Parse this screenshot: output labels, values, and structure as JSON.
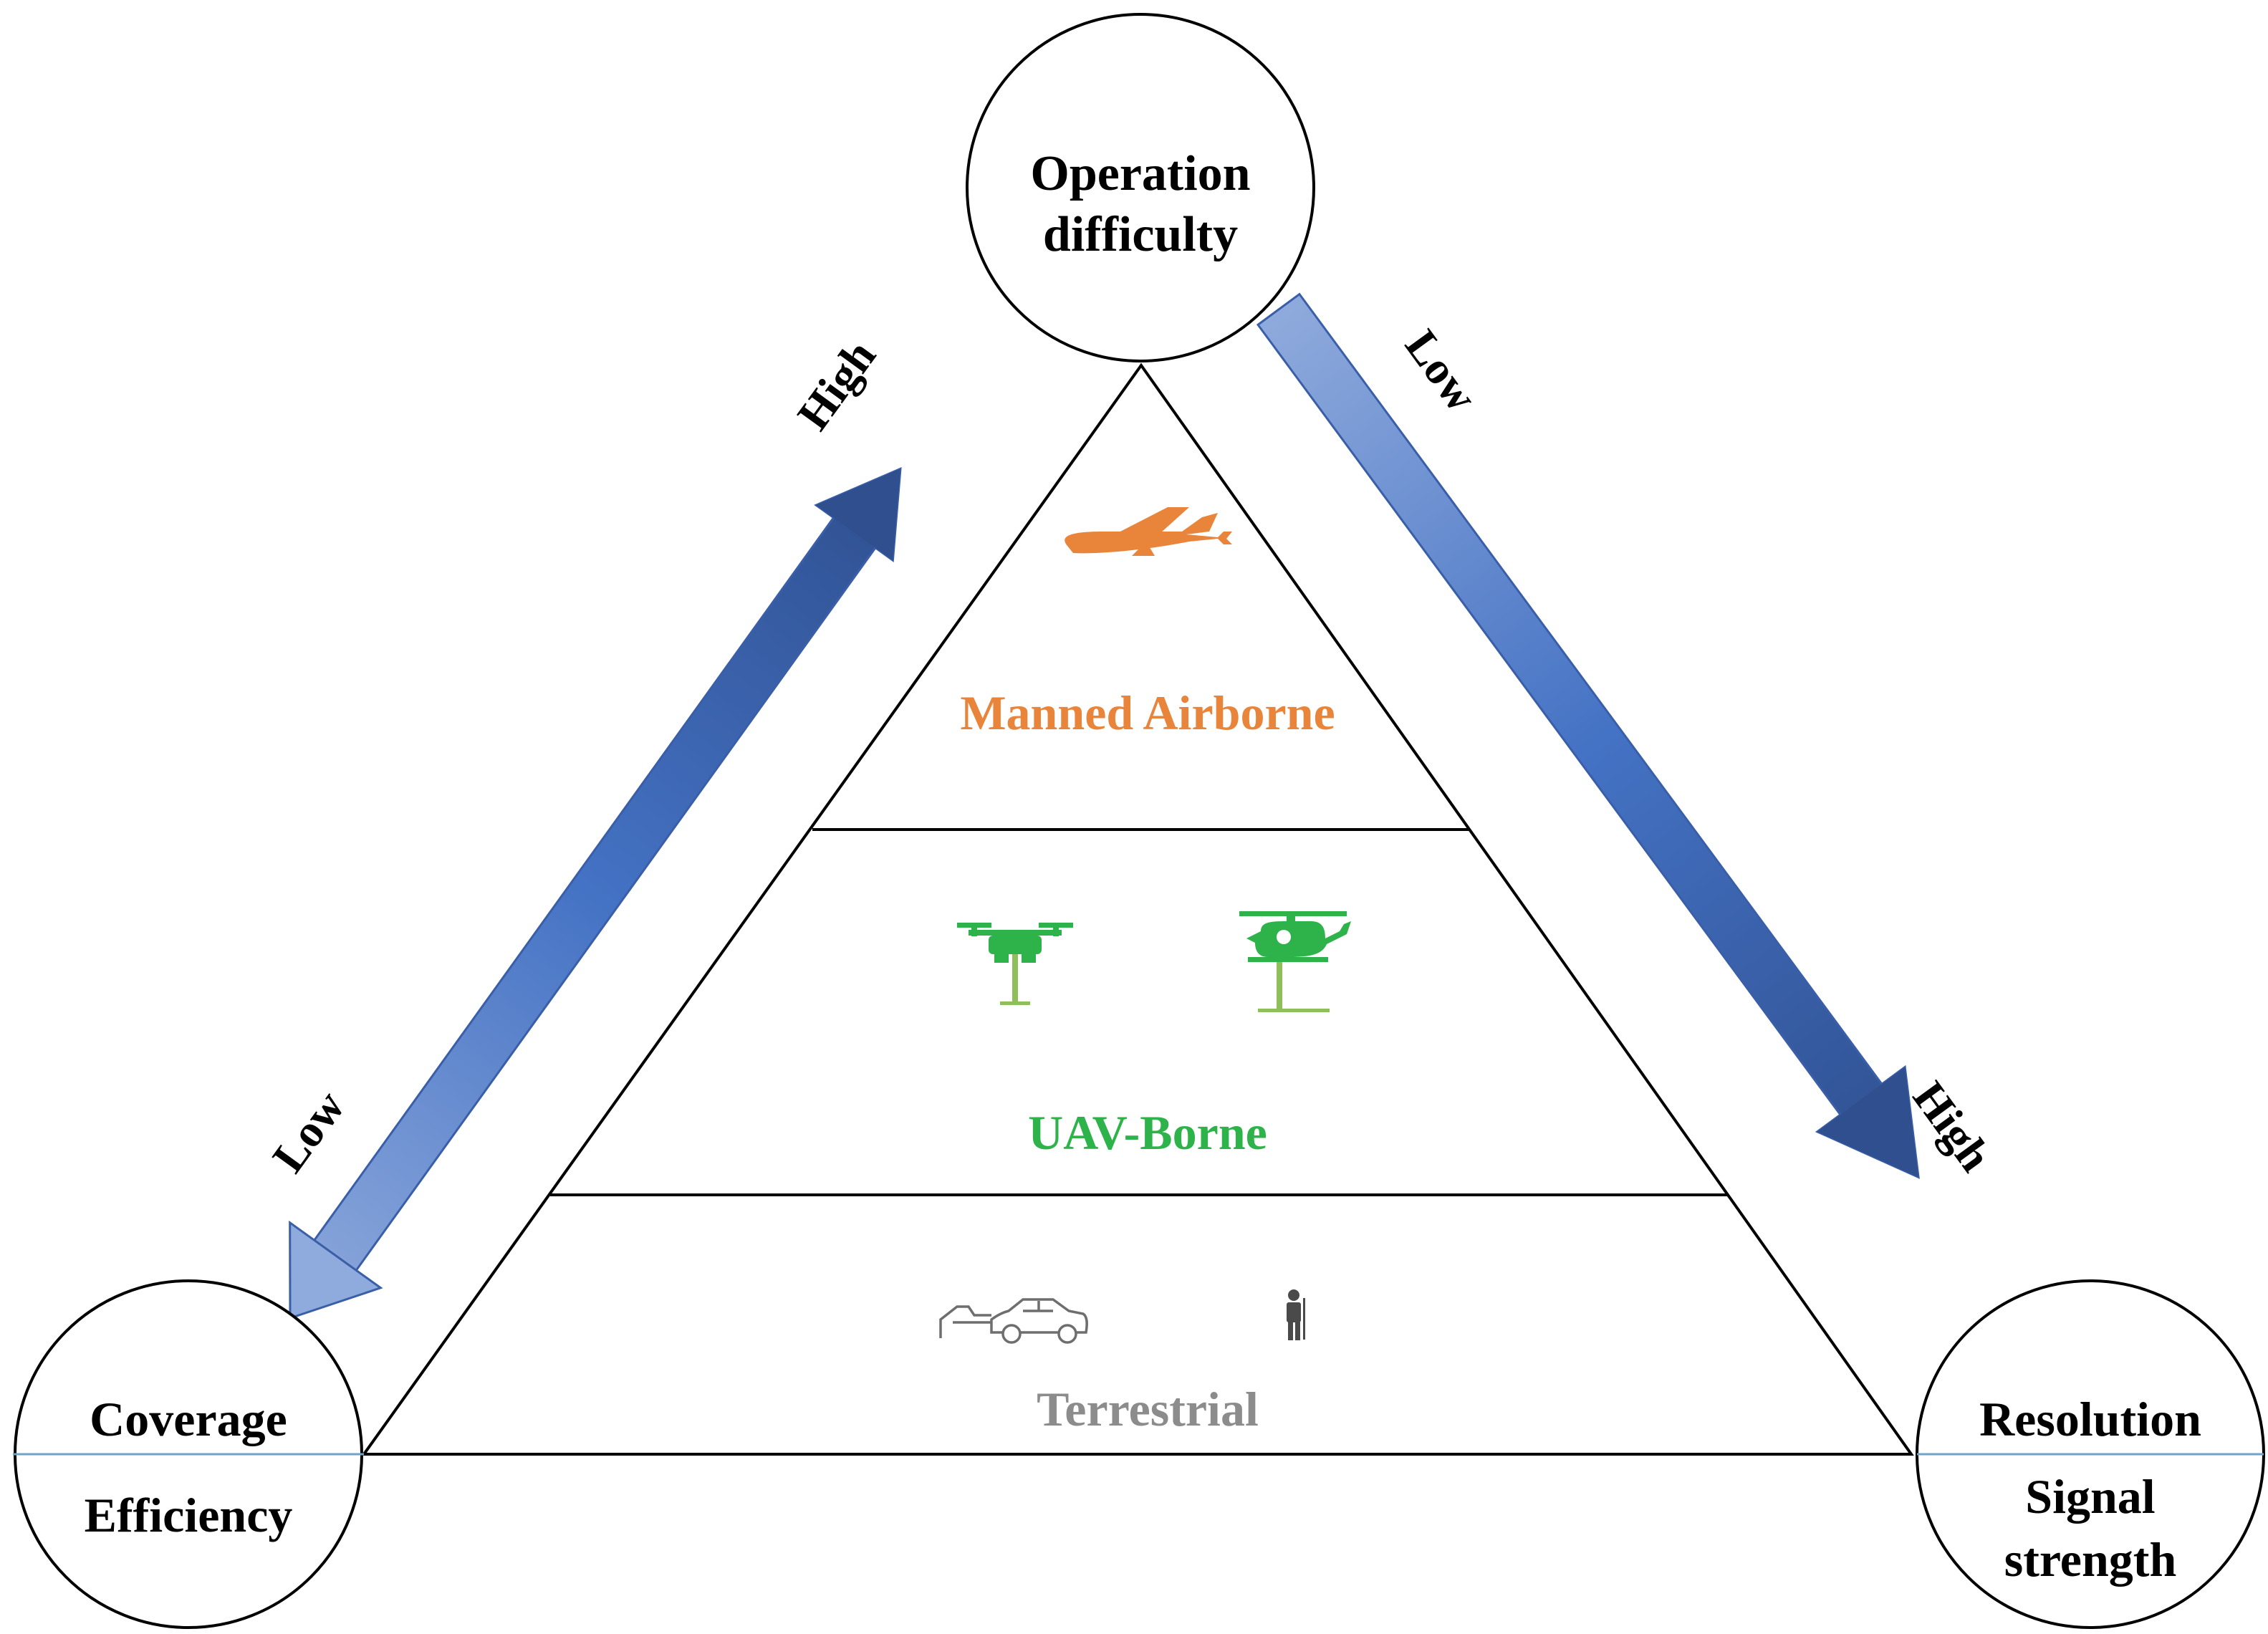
{
  "nodes": {
    "top": {
      "line1": "Operation",
      "line2": "difficulty"
    },
    "left": {
      "upper": "Coverage",
      "lower": "Efficiency"
    },
    "right": {
      "upper": "Resolution",
      "lower_line1": "Signal",
      "lower_line2": "strength"
    }
  },
  "arrows": {
    "left_start_label": "Low",
    "left_end_label": "High",
    "right_start_label": "Low",
    "right_end_label": "High"
  },
  "tiers": {
    "top": {
      "label": "Manned Airborne",
      "color": "#E8853A",
      "icons": [
        "airplane-icon"
      ]
    },
    "middle": {
      "label": "UAV-Borne",
      "color": "#2DB34A",
      "icons": [
        "drone-icon",
        "helicopter-icon"
      ]
    },
    "bottom": {
      "label": "Terrestrial",
      "color": "#8C8C8C",
      "icons": [
        "car-scanner-icon",
        "person-icon"
      ]
    }
  },
  "colors": {
    "arrow_dark": "#2F4F8F",
    "arrow_mid": "#4472C4",
    "arrow_light": "#8FAADC",
    "divider_line": "#6FA3C8"
  }
}
